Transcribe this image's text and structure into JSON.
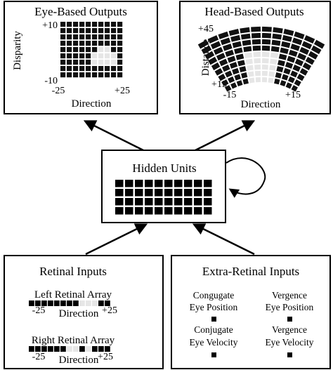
{
  "eye_panel": {
    "title": "Eye-Based Outputs",
    "y_label": "Disparity",
    "y_max": "+10",
    "y_min": "-10",
    "x_min": "-25",
    "x_max": "+25",
    "x_label": "Direction",
    "grid": {
      "cols": 10,
      "rows": 9,
      "inactive": [
        [
          6,
          4
        ],
        [
          7,
          4
        ],
        [
          5,
          5
        ],
        [
          6,
          5
        ],
        [
          7,
          5
        ],
        [
          8,
          5
        ],
        [
          5,
          6
        ],
        [
          6,
          6
        ],
        [
          7,
          6
        ],
        [
          8,
          6
        ]
      ]
    }
  },
  "head_panel": {
    "title": "Head-Based Outputs",
    "y_label": "Distance",
    "y_max": "+45",
    "y_min": "+15",
    "x_min": "-15",
    "x_max": "+15",
    "x_label": "Direction",
    "grid": {
      "cols": 12,
      "rows": 9,
      "inactive": [
        [
          4,
          4
        ],
        [
          5,
          4
        ],
        [
          6,
          4
        ],
        [
          7,
          4
        ],
        [
          4,
          5
        ],
        [
          5,
          5
        ],
        [
          6,
          5
        ],
        [
          7,
          5
        ],
        [
          4,
          6
        ],
        [
          5,
          6
        ],
        [
          6,
          6
        ],
        [
          7,
          6
        ],
        [
          4,
          7
        ],
        [
          5,
          7
        ],
        [
          6,
          7
        ],
        [
          7,
          7
        ],
        [
          4,
          8
        ],
        [
          5,
          8
        ],
        [
          6,
          8
        ],
        [
          7,
          8
        ]
      ]
    }
  },
  "hidden": {
    "title": "Hidden Units",
    "grid": {
      "cols": 10,
      "rows": 4
    }
  },
  "retinal": {
    "title": "Retinal Inputs",
    "left_label": "Left Retinal Array",
    "right_label": "Right Retinal Array",
    "x_min": "-25",
    "x_max": "+25",
    "x_label": "Direction",
    "left_array": [
      1,
      1,
      1,
      1,
      1,
      1,
      1,
      1,
      0,
      0,
      0,
      1,
      1
    ],
    "right_array": [
      1,
      1,
      1,
      1,
      1,
      1,
      0,
      0,
      1,
      0,
      1,
      1,
      1
    ]
  },
  "extra": {
    "title": "Extra-Retinal Inputs",
    "conj_pos": [
      "Congugate",
      "Eye Position"
    ],
    "verg_pos": [
      "Vergence",
      "Eye Position"
    ],
    "conj_vel": [
      "Conjugate",
      "Eye Velocity"
    ],
    "verg_vel": [
      "Vergence",
      "Eye Velocity"
    ]
  }
}
